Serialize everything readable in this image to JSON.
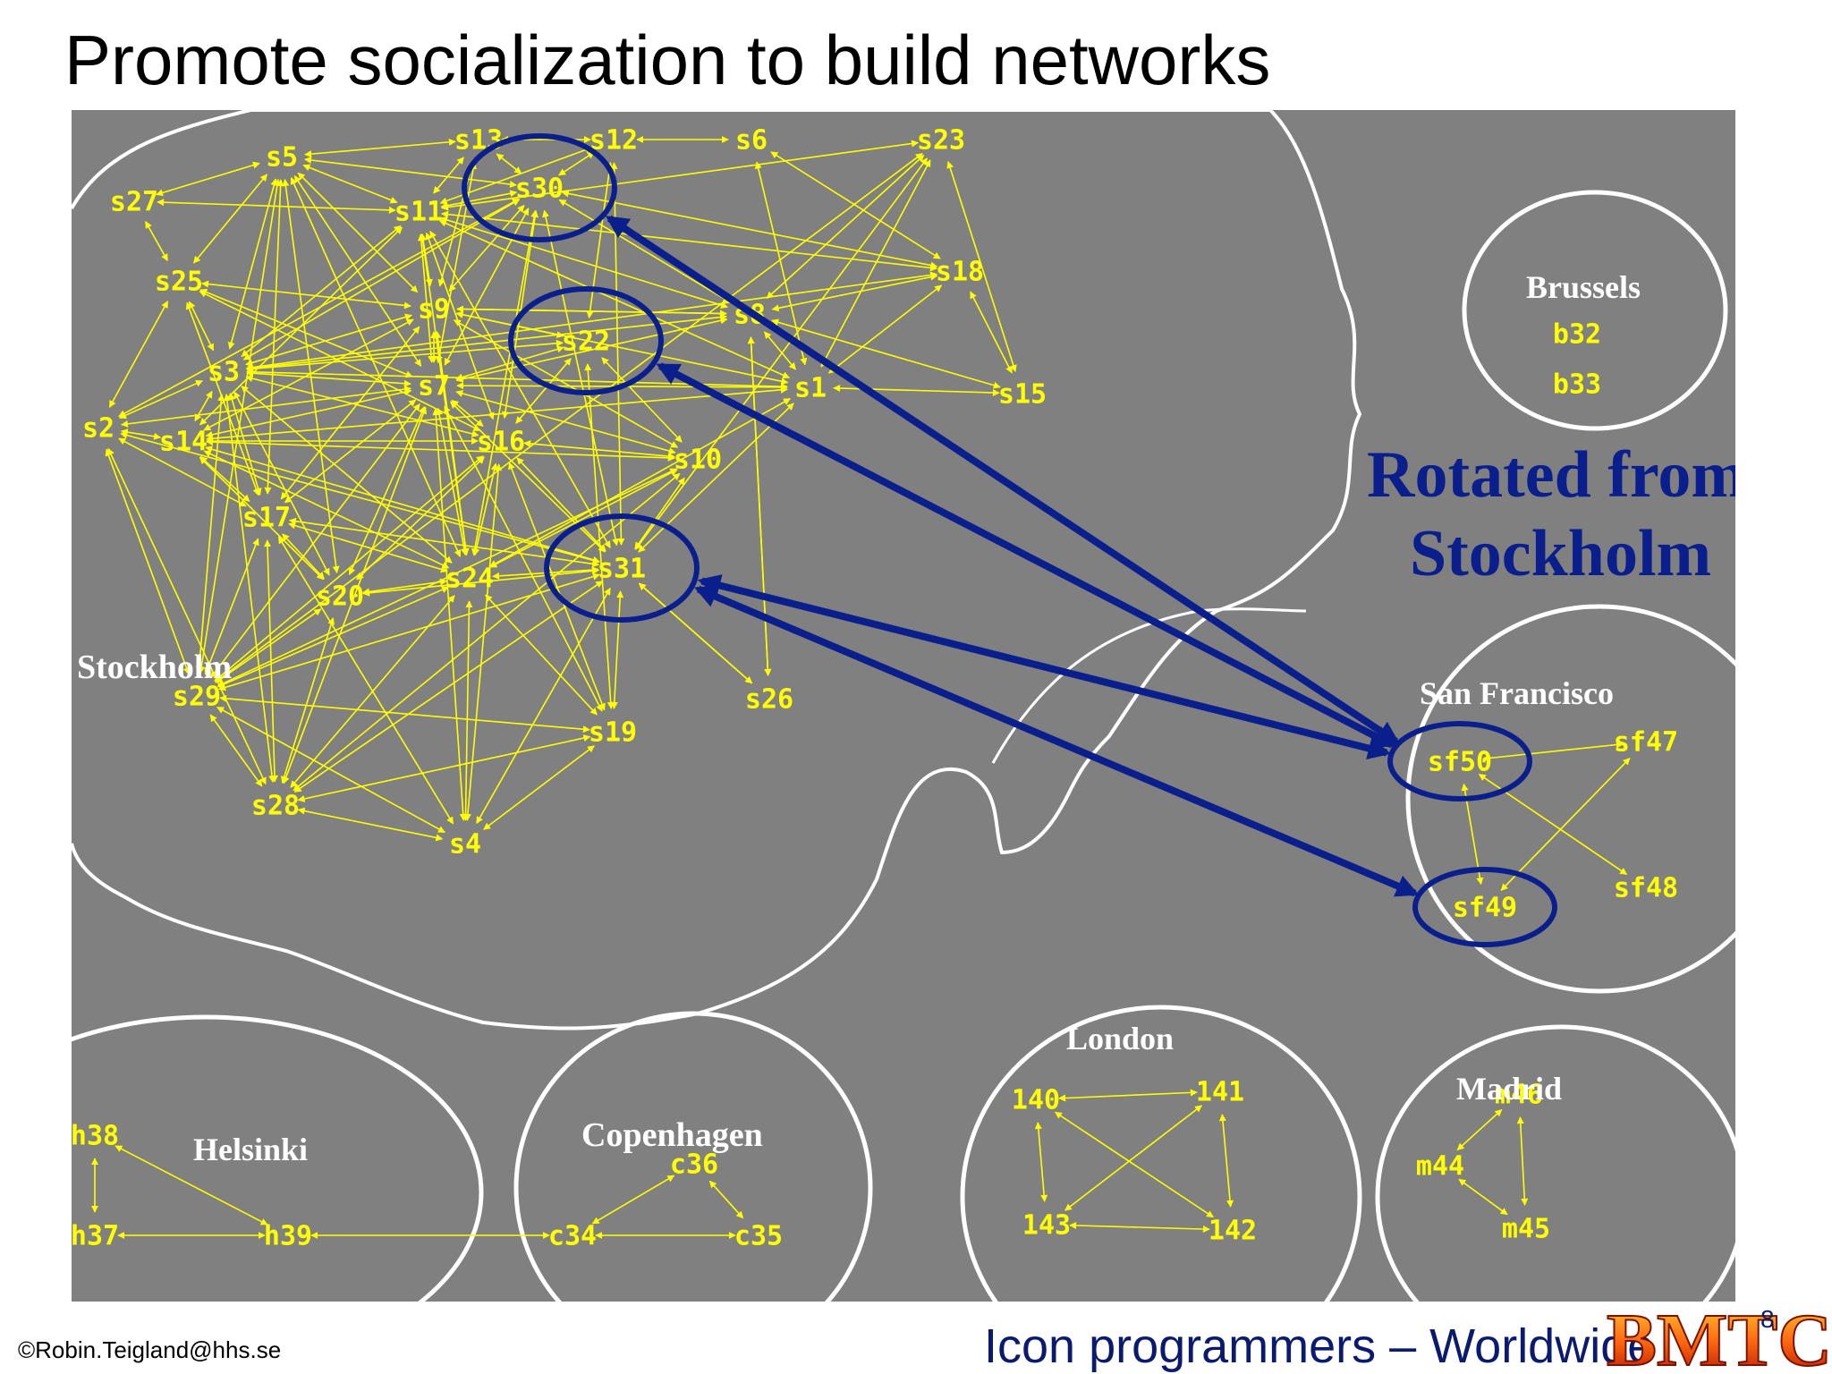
{
  "title": "Promote socialization to build networks",
  "footer": {
    "left": "©Robin.Teigland@hhs.se",
    "right": "Icon programmers – Worldwide",
    "logo_text": "BMTC",
    "page_number": "8"
  },
  "colors": {
    "background": "#808080",
    "edge": "#ffff00",
    "node_text": "#ffff00",
    "boundary": "#ffffff",
    "highlight": "#0b1f8c",
    "annotation": "#0b1f8c",
    "city_label": "#ffffff"
  },
  "annotation": {
    "line1": "Rotated from",
    "line2": "Stockholm"
  },
  "cities": {
    "stockholm": "Stockholm",
    "brussels": "Brussels",
    "san_francisco": "San Francisco",
    "london": "London",
    "madrid": "Madrid",
    "helsinki": "Helsinki",
    "copenhagen": "Copenhagen"
  },
  "nodes": [
    {
      "id": "s13",
      "label": "s13"
    },
    {
      "id": "s12",
      "label": "s12"
    },
    {
      "id": "s6",
      "label": "s6"
    },
    {
      "id": "s23",
      "label": "s23"
    },
    {
      "id": "s5",
      "label": "s5"
    },
    {
      "id": "s30",
      "label": "s30"
    },
    {
      "id": "s27",
      "label": "s27"
    },
    {
      "id": "s11",
      "label": "s11"
    },
    {
      "id": "s25",
      "label": "s25"
    },
    {
      "id": "s18",
      "label": "s18"
    },
    {
      "id": "s9",
      "label": "s9"
    },
    {
      "id": "s22",
      "label": "s22"
    },
    {
      "id": "s8",
      "label": "s8"
    },
    {
      "id": "s3",
      "label": "s3"
    },
    {
      "id": "s1",
      "label": "s1"
    },
    {
      "id": "s7",
      "label": "s7"
    },
    {
      "id": "s15",
      "label": "s15"
    },
    {
      "id": "s2",
      "label": "s2"
    },
    {
      "id": "s14",
      "label": "s14"
    },
    {
      "id": "s16",
      "label": "s16"
    },
    {
      "id": "s10",
      "label": "s10"
    },
    {
      "id": "s17",
      "label": "s17"
    },
    {
      "id": "s31",
      "label": "s31"
    },
    {
      "id": "s24",
      "label": "s24"
    },
    {
      "id": "s20",
      "label": "s20"
    },
    {
      "id": "s26",
      "label": "s26"
    },
    {
      "id": "s29",
      "label": "s29"
    },
    {
      "id": "s19",
      "label": "s19"
    },
    {
      "id": "s28",
      "label": "s28"
    },
    {
      "id": "s4",
      "label": "s4"
    },
    {
      "id": "b32",
      "label": "b32"
    },
    {
      "id": "b33",
      "label": "b33"
    },
    {
      "id": "sf50",
      "label": "sf50"
    },
    {
      "id": "sf47",
      "label": "sf47"
    },
    {
      "id": "sf48",
      "label": "sf48"
    },
    {
      "id": "sf49",
      "label": "sf49"
    },
    {
      "id": "h38",
      "label": "h38"
    },
    {
      "id": "h37",
      "label": "h37"
    },
    {
      "id": "h39",
      "label": "h39"
    },
    {
      "id": "c36",
      "label": "c36"
    },
    {
      "id": "c34",
      "label": "c34"
    },
    {
      "id": "c35",
      "label": "c35"
    },
    {
      "id": "l40",
      "label": "140"
    },
    {
      "id": "l41",
      "label": "141"
    },
    {
      "id": "l43",
      "label": "143"
    },
    {
      "id": "l42",
      "label": "142"
    },
    {
      "id": "m46",
      "label": "m46"
    },
    {
      "id": "m44",
      "label": "m44"
    },
    {
      "id": "m45",
      "label": "m45"
    }
  ],
  "edges": [
    [
      "s5",
      "s13"
    ],
    [
      "s5",
      "s27"
    ],
    [
      "s5",
      "s11"
    ],
    [
      "s5",
      "s25"
    ],
    [
      "s5",
      "s3"
    ],
    [
      "s5",
      "s9"
    ],
    [
      "s5",
      "s7"
    ],
    [
      "s5",
      "s20"
    ],
    [
      "s5",
      "s29"
    ],
    [
      "s5",
      "s17"
    ],
    [
      "s5",
      "s30"
    ],
    [
      "s5",
      "s24"
    ],
    [
      "s13",
      "s12"
    ],
    [
      "s13",
      "s11"
    ],
    [
      "s13",
      "s30"
    ],
    [
      "s13",
      "s7"
    ],
    [
      "s13",
      "s9"
    ],
    [
      "s12",
      "s6"
    ],
    [
      "s12",
      "s30"
    ],
    [
      "s12",
      "s22"
    ],
    [
      "s12",
      "s31"
    ],
    [
      "s12",
      "s11"
    ],
    [
      "s6",
      "s1"
    ],
    [
      "s6",
      "s18"
    ],
    [
      "s23",
      "s1"
    ],
    [
      "s23",
      "s11"
    ],
    [
      "s23",
      "s15"
    ],
    [
      "s23",
      "s8"
    ],
    [
      "s23",
      "s29"
    ],
    [
      "s23",
      "s31"
    ],
    [
      "s30",
      "s11"
    ],
    [
      "s30",
      "s9"
    ],
    [
      "s30",
      "s7"
    ],
    [
      "s30",
      "s18"
    ],
    [
      "s30",
      "s8"
    ],
    [
      "s30",
      "s3"
    ],
    [
      "s30",
      "s24"
    ],
    [
      "s30",
      "s16"
    ],
    [
      "s30",
      "s31"
    ],
    [
      "s30",
      "s2"
    ],
    [
      "s27",
      "s25"
    ],
    [
      "s27",
      "s11"
    ],
    [
      "s11",
      "s9"
    ],
    [
      "s11",
      "s7"
    ],
    [
      "s11",
      "s18"
    ],
    [
      "s11",
      "s1"
    ],
    [
      "s11",
      "s3"
    ],
    [
      "s11",
      "s16"
    ],
    [
      "s11",
      "s24"
    ],
    [
      "s11",
      "s14"
    ],
    [
      "s11",
      "s8"
    ],
    [
      "s11",
      "s31"
    ],
    [
      "s25",
      "s2"
    ],
    [
      "s25",
      "s3"
    ],
    [
      "s25",
      "s7"
    ],
    [
      "s25",
      "s17"
    ],
    [
      "s25",
      "s9"
    ],
    [
      "s25",
      "s16"
    ],
    [
      "s18",
      "s8"
    ],
    [
      "s18",
      "s1"
    ],
    [
      "s18",
      "s15"
    ],
    [
      "s18",
      "s3"
    ],
    [
      "s9",
      "s22"
    ],
    [
      "s9",
      "s7"
    ],
    [
      "s9",
      "s3"
    ],
    [
      "s9",
      "s10"
    ],
    [
      "s9",
      "s1"
    ],
    [
      "s9",
      "s24"
    ],
    [
      "s9",
      "s8"
    ],
    [
      "s9",
      "s14"
    ],
    [
      "s9",
      "s17"
    ],
    [
      "s22",
      "s7"
    ],
    [
      "s22",
      "s10"
    ],
    [
      "s22",
      "s16"
    ],
    [
      "s22",
      "s19"
    ],
    [
      "s22",
      "s3"
    ],
    [
      "s8",
      "s1"
    ],
    [
      "s8",
      "s26"
    ],
    [
      "s8",
      "s3"
    ],
    [
      "s8",
      "s9"
    ],
    [
      "s8",
      "s7"
    ],
    [
      "s8",
      "s15"
    ],
    [
      "s3",
      "s2"
    ],
    [
      "s3",
      "s14"
    ],
    [
      "s3",
      "s7"
    ],
    [
      "s3",
      "s17"
    ],
    [
      "s3",
      "s20"
    ],
    [
      "s3",
      "s29"
    ],
    [
      "s3",
      "s24"
    ],
    [
      "s3",
      "s1"
    ],
    [
      "s3",
      "s16"
    ],
    [
      "s3",
      "s28"
    ],
    [
      "s1",
      "s7"
    ],
    [
      "s1",
      "s15"
    ],
    [
      "s1",
      "s14"
    ],
    [
      "s1",
      "s31"
    ],
    [
      "s1",
      "s24"
    ],
    [
      "s7",
      "s14"
    ],
    [
      "s7",
      "s16"
    ],
    [
      "s7",
      "s10"
    ],
    [
      "s7",
      "s24"
    ],
    [
      "s7",
      "s17"
    ],
    [
      "s7",
      "s20"
    ],
    [
      "s7",
      "s31"
    ],
    [
      "s7",
      "s19"
    ],
    [
      "s7",
      "s2"
    ],
    [
      "s7",
      "s29"
    ],
    [
      "s7",
      "s28"
    ],
    [
      "s7",
      "s4"
    ],
    [
      "s2",
      "s14"
    ],
    [
      "s2",
      "s29"
    ],
    [
      "s2",
      "s17"
    ],
    [
      "s2",
      "s31"
    ],
    [
      "s2",
      "s28"
    ],
    [
      "s14",
      "s16"
    ],
    [
      "s14",
      "s17"
    ],
    [
      "s14",
      "s20"
    ],
    [
      "s14",
      "s24"
    ],
    [
      "s14",
      "s31"
    ],
    [
      "s14",
      "s10"
    ],
    [
      "s16",
      "s10"
    ],
    [
      "s16",
      "s24"
    ],
    [
      "s16",
      "s31"
    ],
    [
      "s16",
      "s20"
    ],
    [
      "s16",
      "s29"
    ],
    [
      "s16",
      "s19"
    ],
    [
      "s16",
      "s4"
    ],
    [
      "s10",
      "s31"
    ],
    [
      "s10",
      "s24"
    ],
    [
      "s10",
      "s29"
    ],
    [
      "s10",
      "s28"
    ],
    [
      "s17",
      "s24"
    ],
    [
      "s17",
      "s29"
    ],
    [
      "s17",
      "s20"
    ],
    [
      "s17",
      "s31"
    ],
    [
      "s17",
      "s28"
    ],
    [
      "s17",
      "s4"
    ],
    [
      "s31",
      "s24"
    ],
    [
      "s31",
      "s26"
    ],
    [
      "s31",
      "s29"
    ],
    [
      "s31",
      "s19"
    ],
    [
      "s31",
      "s28"
    ],
    [
      "s31",
      "s4"
    ],
    [
      "s31",
      "s20"
    ],
    [
      "s24",
      "s20"
    ],
    [
      "s24",
      "s29"
    ],
    [
      "s24",
      "s19"
    ],
    [
      "s24",
      "s28"
    ],
    [
      "s24",
      "s4"
    ],
    [
      "s20",
      "s29"
    ],
    [
      "s20",
      "s28"
    ],
    [
      "s29",
      "s19"
    ],
    [
      "s29",
      "s28"
    ],
    [
      "s29",
      "s4"
    ],
    [
      "s19",
      "s28"
    ],
    [
      "s19",
      "s4"
    ],
    [
      "s28",
      "s4"
    ],
    [
      "s26",
      "s8"
    ],
    [
      "s26",
      "s31"
    ],
    [
      "sf50",
      "sf47"
    ],
    [
      "sf50",
      "sf48"
    ],
    [
      "sf50",
      "sf49"
    ],
    [
      "sf49",
      "sf47"
    ],
    [
      "h38",
      "h37"
    ],
    [
      "h38",
      "h39"
    ],
    [
      "h37",
      "h39"
    ],
    [
      "h39",
      "c34"
    ],
    [
      "c36",
      "c34"
    ],
    [
      "c36",
      "c35"
    ],
    [
      "c34",
      "c35"
    ],
    [
      "l40",
      "l41"
    ],
    [
      "l40",
      "l43"
    ],
    [
      "l40",
      "l42"
    ],
    [
      "l41",
      "l43"
    ],
    [
      "l41",
      "l42"
    ],
    [
      "l43",
      "l42"
    ],
    [
      "m46",
      "m44"
    ],
    [
      "m46",
      "m45"
    ],
    [
      "m44",
      "m45"
    ]
  ],
  "highlighted": [
    "s30",
    "s22",
    "s31",
    "sf50",
    "sf49"
  ],
  "rotations": [
    [
      "s30",
      "sf50"
    ],
    [
      "s22",
      "sf50"
    ],
    [
      "s31",
      "sf50"
    ],
    [
      "s31",
      "sf49"
    ]
  ]
}
